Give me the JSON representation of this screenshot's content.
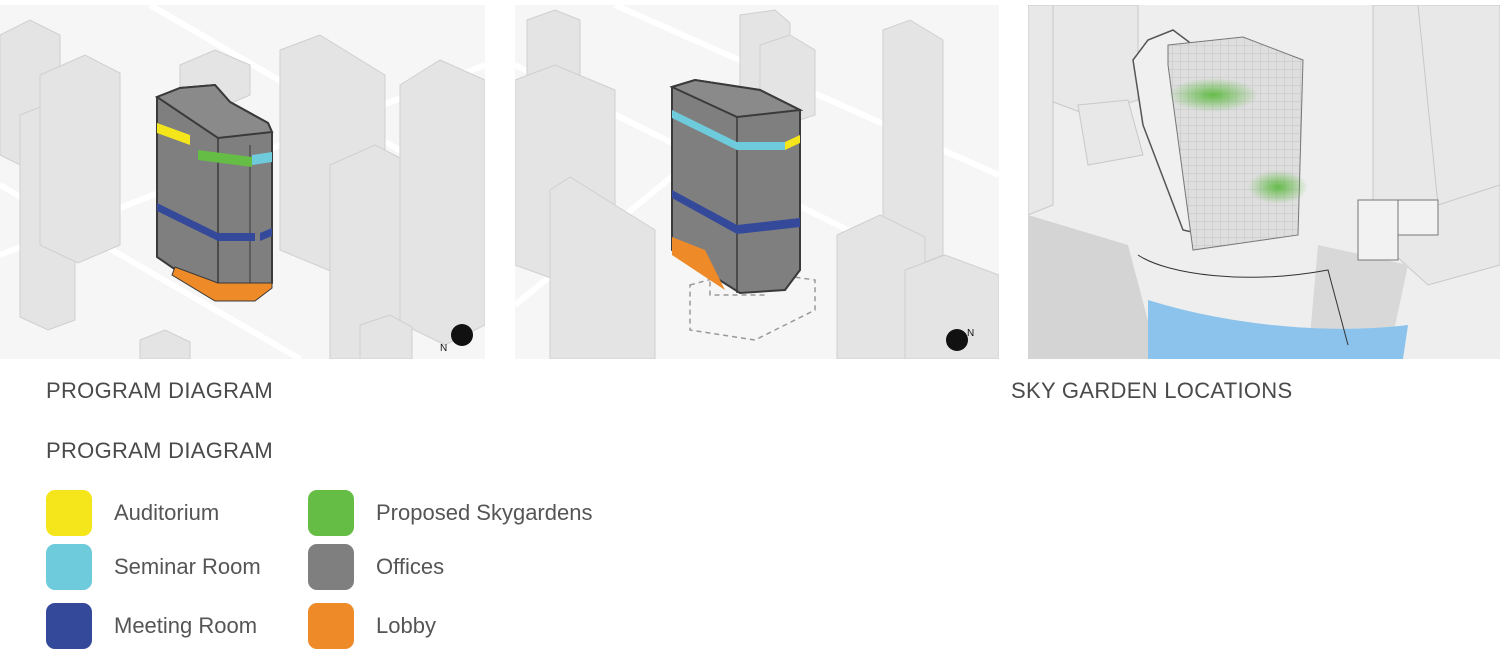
{
  "captions": {
    "panel_1": "PROGRAM DIAGRAM",
    "panel_3": "SKY GARDEN LOCATIONS",
    "legend_title": "PROGRAM DIAGRAM"
  },
  "north_arrow_label": "N",
  "legend": [
    {
      "label": "Auditorium",
      "color": "#f5e51b"
    },
    {
      "label": "Seminar Room",
      "color": "#6ecbdc"
    },
    {
      "label": "Meeting Room",
      "color": "#34499a"
    },
    {
      "label": "Proposed Skygardens",
      "color": "#66bd45"
    },
    {
      "label": "Offices",
      "color": "#7f7f7f"
    },
    {
      "label": "Lobby",
      "color": "#ee8a27"
    }
  ]
}
